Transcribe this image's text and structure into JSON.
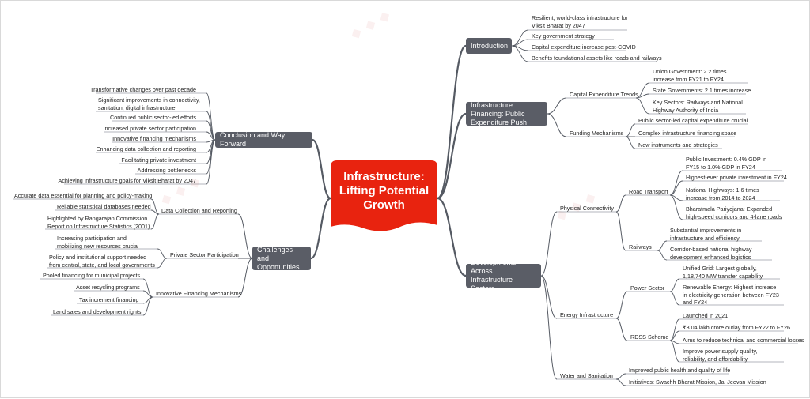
{
  "colors": {
    "central": "#e8230f",
    "box": "#5a5d66",
    "line": "#555a63",
    "underline": "#9a9ea6"
  },
  "central": {
    "title": "Infrastructure: Lifting Potential Growth"
  },
  "introduction": {
    "label": "Introduction",
    "items": [
      "Resilient, world-class infrastructure for Viksit Bharat by 2047",
      "Key government strategy",
      "Capital expenditure increase post-COVID",
      "Benefits foundational assets like roads and railways"
    ]
  },
  "financing": {
    "label": "Infrastructure Financing: Public Expenditure Push",
    "capex": {
      "label": "Capital Expenditure Trends",
      "items": [
        "Union Government: 2.2 times increase from FY21 to FY24",
        "State Governments: 2.1 times increase",
        "Key Sectors: Railways and National Highway Authority of India"
      ]
    },
    "funding": {
      "label": "Funding Mechanisms",
      "items": [
        "Public sector-led capital expenditure crucial",
        "Complex infrastructure financing space",
        "New instruments and strategies"
      ]
    }
  },
  "developments": {
    "label": "Developments Across Infrastructure Sectors",
    "physical": {
      "label": "Physical Connectivity",
      "road": {
        "label": "Road Transport",
        "items": [
          "Public Investment: 0.4% GDP in FY15 to 1.0% GDP in FY24",
          "Highest-ever private investment in FY24",
          "National Highways: 1.6 times increase from 2014 to 2024",
          "Bharatmala Pariyojana: Expanded high-speed corridors and 4-lane roads"
        ]
      },
      "rail": {
        "label": "Railways",
        "items": [
          "Substantial improvements in infrastructure and efficiency",
          "Corridor-based national highway development enhanced logistics"
        ]
      }
    },
    "energy": {
      "label": "Energy Infrastructure",
      "power": {
        "label": "Power Sector",
        "items": [
          "Unified Grid: Largest globally, 1,18,740 MW transfer capability",
          "Renewable Energy: Highest increase in electricity generation between FY23 and FY24"
        ]
      },
      "rdss": {
        "label": "RDSS Scheme",
        "items": [
          "Launched in 2021",
          "₹3.04 lakh crore outlay from FY22 to FY26",
          "Aims to reduce technical and commercial losses",
          "Improve power supply quality, reliability, and affordability"
        ]
      }
    },
    "water": {
      "label": "Water and Sanitation",
      "items": [
        "Improved public health and quality of life",
        "Initiatives: Swachh Bharat Mission, Jal Jeevan Mission"
      ]
    }
  },
  "conclusion": {
    "label": "Conclusion and Way Forward",
    "items": [
      "Transformative changes over past decade",
      "Significant improvements in connectivity, sanitation, digital infrastructure",
      "Continued public sector-led efforts",
      "Increased private sector participation",
      "Innovative financing mechanisms",
      "Enhancing data collection and reporting",
      "Facilitating private investment",
      "Addressing bottlenecks",
      "Achieving infrastructure goals for Viksit Bharat by 2047"
    ]
  },
  "challenges": {
    "label": "Challenges and Opportunities",
    "data": {
      "label": "Data Collection and Reporting",
      "items": [
        "Accurate data essential for planning and policy-making",
        "Reliable statistical databases needed",
        "Highlighted by Rangarajan Commission Report on Infrastructure Statistics (2001)"
      ]
    },
    "private": {
      "label": "Private Sector Participation",
      "items": [
        "Increasing participation and mobilizing new resources crucial",
        "Policy and institutional support needed from central, state, and local governments"
      ]
    },
    "innov": {
      "label": "Innovative Financing Mechanisms",
      "items": [
        "Pooled financing for municipal projects",
        "Asset recycling programs",
        "Tax increment financing",
        "Land sales and development rights"
      ]
    }
  }
}
